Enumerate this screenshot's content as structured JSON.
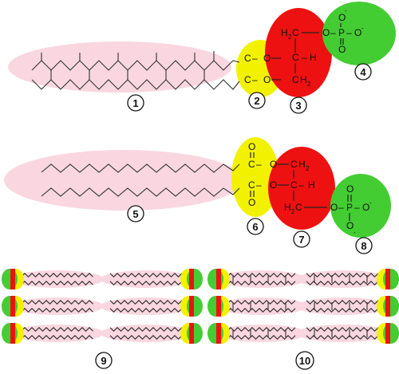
{
  "diagram": {
    "labels": [
      "1",
      "2",
      "3",
      "4",
      "5",
      "6",
      "7",
      "8",
      "9",
      "10"
    ],
    "atoms": {
      "C": "C",
      "O": "O",
      "H": "H",
      "P": "P",
      "minus": "-"
    },
    "colors": {
      "tail_region": "#f9d6e0",
      "glycerol_ester": "#f2f200",
      "glycerol_backbone": "#ee1111",
      "phosphate": "#44cc33"
    }
  }
}
